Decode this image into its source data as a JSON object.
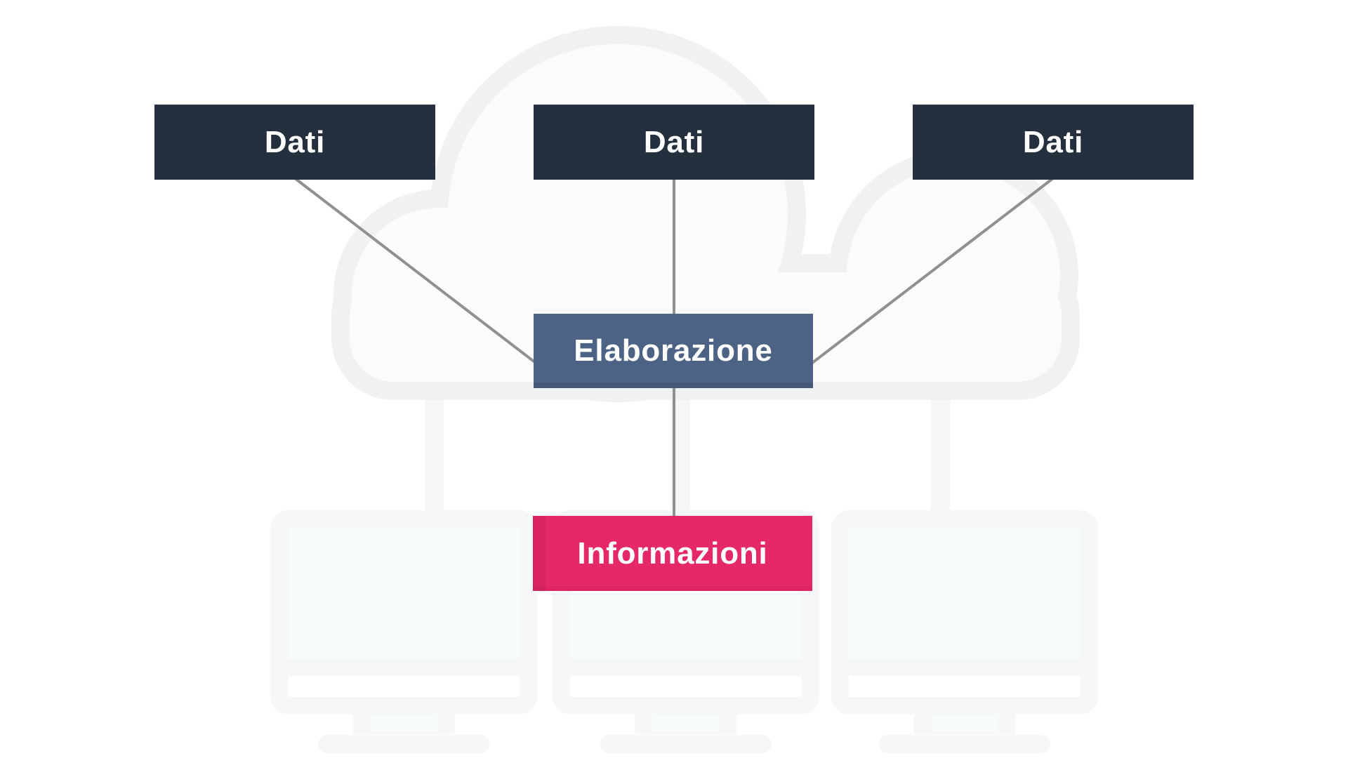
{
  "diagram": {
    "title_note": "data-processing flow diagram",
    "nodes": [
      {
        "id": "dati-1",
        "label": "Dati",
        "color": "#25303f",
        "text_color": "#ffffff"
      },
      {
        "id": "dati-2",
        "label": "Dati",
        "color": "#25303f",
        "text_color": "#ffffff"
      },
      {
        "id": "dati-3",
        "label": "Dati",
        "color": "#25303f",
        "text_color": "#ffffff"
      },
      {
        "id": "elaborazione",
        "label": "Elaborazione",
        "color": "#4c6385",
        "text_color": "#ffffff"
      },
      {
        "id": "informazioni",
        "label": "Informazioni",
        "color": "#e42868",
        "text_color": "#ffffff"
      }
    ],
    "edges": [
      {
        "from": "dati-1",
        "to": "elaborazione"
      },
      {
        "from": "dati-2",
        "to": "elaborazione"
      },
      {
        "from": "dati-3",
        "to": "elaborazione"
      },
      {
        "from": "elaborazione",
        "to": "informazioni"
      }
    ],
    "connector_color": "#909090",
    "background": {
      "canvas_color": "#ffffff",
      "cloud_outline_color": "#eff1f3",
      "cloud_fill_color": "#fafbfb",
      "stand_color": "#f5f6f8",
      "monitor_color": "#f6f7f8",
      "screen_color": "#f8fbfc",
      "bezel_color": "#ffffff"
    }
  }
}
